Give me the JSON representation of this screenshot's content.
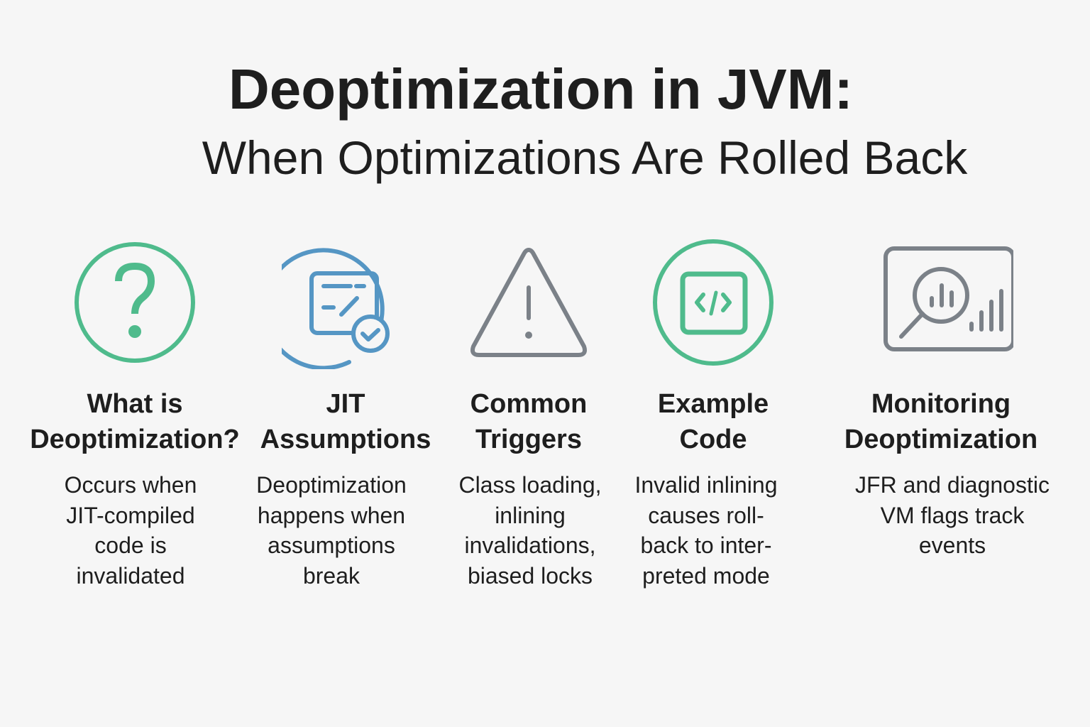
{
  "header": {
    "title": "Deoptimization in JVM:",
    "subtitle": "When Optimizations Are Rolled Back"
  },
  "colors": {
    "green": "#4fbb8c",
    "blue": "#5596c4",
    "gray": "#7b8188"
  },
  "columns": [
    {
      "icon": "question-icon",
      "title": [
        "What is",
        "Deoptimization?"
      ],
      "text": [
        "Occurs when",
        "JIT-compiled",
        "code is",
        "invalidated"
      ]
    },
    {
      "icon": "checked-document-icon",
      "title": [
        "JIT",
        "Assumptions"
      ],
      "text": [
        "Deoptimization",
        "happens when",
        "assumptions",
        "break"
      ]
    },
    {
      "icon": "warning-icon",
      "title": [
        "Common",
        "Triggers"
      ],
      "text": [
        "Class loading,",
        "inlining",
        "invalidations,",
        "biased locks"
      ]
    },
    {
      "icon": "code-icon",
      "title": [
        "Example",
        "Code"
      ],
      "text": [
        "Invalid inlining",
        "causes roll-",
        "back to inter-",
        "preted mode"
      ]
    },
    {
      "icon": "monitoring-chart-icon",
      "title": [
        "Monitoring",
        "Deoptimization"
      ],
      "text": [
        "JFR and diagnostic",
        "VM flags track",
        "events"
      ]
    }
  ]
}
